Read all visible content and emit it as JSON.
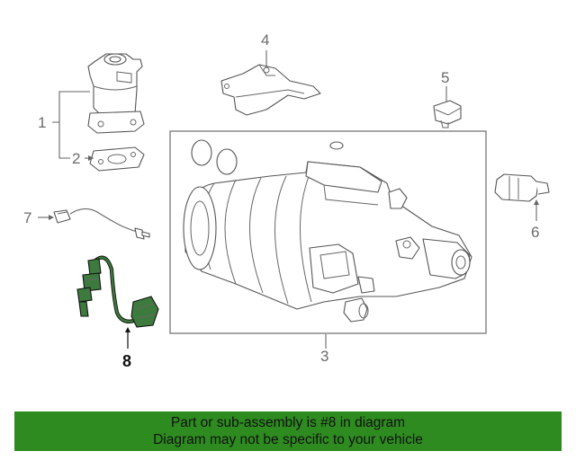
{
  "callouts": {
    "c1": "1",
    "c2": "2",
    "c3": "3",
    "c4": "4",
    "c5": "5",
    "c6": "6",
    "c7": "7",
    "c8": "8"
  },
  "banner": {
    "line1": "Part or sub-assembly is #8 in diagram",
    "line2": "Diagram may not be specific to your vehicle",
    "color": "#2e8b1f"
  },
  "highlight_color": "#3d7a3d"
}
